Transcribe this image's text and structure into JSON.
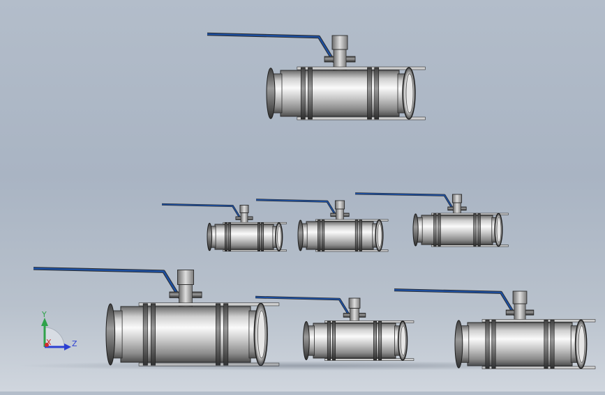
{
  "scene": {
    "background_top": "#b3bdca",
    "background_bottom": "#d0d6de",
    "valve_count": 7
  },
  "triad": {
    "x_label": "X",
    "y_label": "Y",
    "z_label": "Z",
    "x_color": "#d22b2b",
    "y_color": "#2fa24a",
    "z_color": "#2b3fd2"
  },
  "colors": {
    "handle": "#1d4fa0",
    "steel_light": "#f2f2f2",
    "steel_mid": "#b9b9b9",
    "steel_dark": "#5c5c5c"
  }
}
